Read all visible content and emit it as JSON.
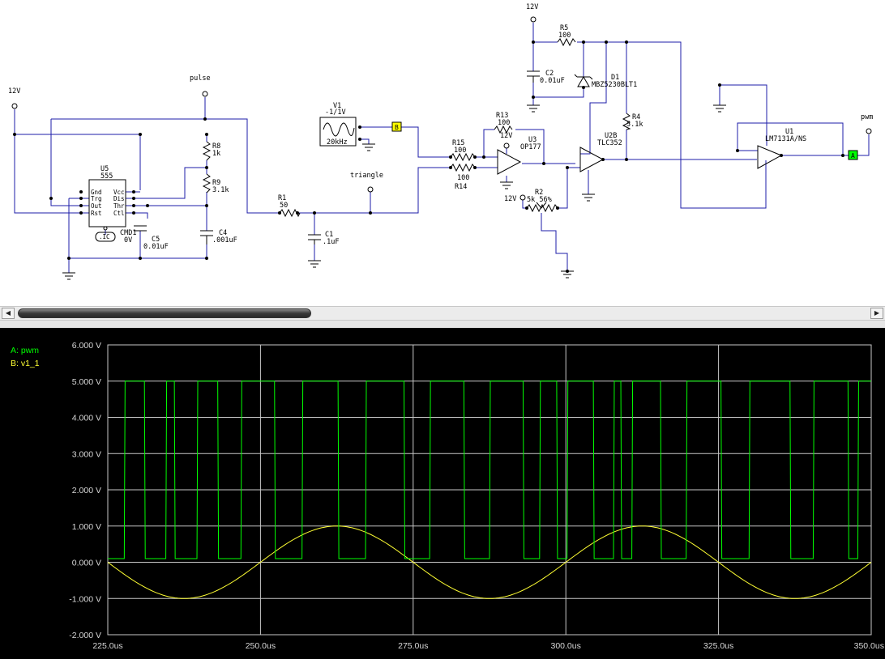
{
  "schematic": {
    "nets": {
      "vcc_left": "12V",
      "pulse": "pulse",
      "triangle": "triangle",
      "vcc_top": "12V",
      "vcc_u3": "12V",
      "vcc_r2": "12V",
      "pwm": "pwm"
    },
    "components": {
      "u5_ref": "U5",
      "u5_val": "555",
      "u5_pins": [
        "Gnd",
        "Trg",
        "Out",
        "Rst",
        "Vcc",
        "Dis",
        "Thr",
        "Ctl"
      ],
      "r8_ref": "R8",
      "r8_val": "1k",
      "r9_ref": "R9",
      "r9_val": "3.1k",
      "c4_ref": "C4",
      "c4_val": ".001uF",
      "c5_ref": "C5",
      "c5_val": "0.01uF",
      "cmd1_ref": "CMD1",
      "cmd1_val": "0V",
      "ic_tag": ".IC",
      "r1_ref": "R1",
      "r1_val": "50",
      "c1_ref": "C1",
      "c1_val": ".1uF",
      "v1_ref": "V1",
      "v1_val": "-1/1V",
      "v1_freq": "20kHz",
      "r15_ref": "R15",
      "r15_val": "100",
      "r14_ref": "R14",
      "r14_val": "100",
      "r13_ref": "R13",
      "r13_val": "100",
      "u3_ref": "U3",
      "u3_val": "OP177",
      "r2_ref": "R2",
      "r2_val": "5k 56%",
      "r5_ref": "R5",
      "r5_val": "100",
      "c2_ref": "C2",
      "c2_val": "0.01uF",
      "d1_ref": "D1",
      "d1_val": "MBZ5230BLT1",
      "r4_ref": "R4",
      "r4_val": "5.1k",
      "u2b_ref": "U2B",
      "u2b_val": "TLC352",
      "u1_ref": "U1",
      "u1_val": "LM7131A/NS"
    },
    "probes": {
      "b": "B",
      "a": "A"
    },
    "colors": {
      "wire": "#1c1ca8",
      "component": "#000000",
      "probe_b": "#ffff00",
      "probe_a": "#00ff00"
    }
  },
  "scrollbar": {
    "left_arrow": "◀",
    "right_arrow": "▶"
  },
  "scope": {
    "legend": [
      {
        "label": "A: pwm",
        "color": "#00ff00"
      },
      {
        "label": "B: v1_1",
        "color": "#ffff33"
      }
    ],
    "y_ticks": [
      "6.000 V",
      "5.000 V",
      "4.000 V",
      "3.000 V",
      "2.000 V",
      "1.000 V",
      "0.000 V",
      "-1.000 V",
      "-2.000 V"
    ],
    "x_ticks": [
      "225.0us",
      "250.0us",
      "275.0us",
      "300.0us",
      "325.0us",
      "350.0us"
    ],
    "grid_color": "#c8c8c8"
  },
  "chart_data": {
    "type": "line",
    "xlabel": "",
    "ylabel": "",
    "x_unit": "us",
    "y_unit": "V",
    "xlim": [
      225,
      350
    ],
    "ylim": [
      -2,
      6
    ],
    "grid": true,
    "legend_position": "top-left",
    "series": [
      {
        "name": "A: pwm",
        "color": "#00ff00",
        "kind": "square",
        "low": 0.1,
        "high": 5.0,
        "high_intervals": [
          [
            227.7,
            231.0
          ],
          [
            234.5,
            235.9
          ],
          [
            239.6,
            243.0
          ],
          [
            246.8,
            252.3
          ],
          [
            256.8,
            262.7
          ],
          [
            267.2,
            273.5
          ],
          [
            277.7,
            283.3
          ],
          [
            287.5,
            293.0
          ],
          [
            295.7,
            298.5
          ],
          [
            300.2,
            304.5
          ],
          [
            307.8,
            309.0
          ],
          [
            310.8,
            315.5
          ],
          [
            319.7,
            325.4
          ],
          [
            330.0,
            336.7
          ],
          [
            340.5,
            346.2
          ],
          [
            347.8,
            350.0
          ]
        ]
      },
      {
        "name": "B: v1_1",
        "color": "#ffff33",
        "kind": "sine",
        "amplitude": 1.0,
        "period": 50.0,
        "phase_zero_rising": 250.0,
        "x": [
          225,
          231.25,
          237.5,
          243.75,
          250,
          256.25,
          262.5,
          268.75,
          275,
          281.25,
          287.5,
          293.75,
          300,
          306.25,
          312.5,
          318.75,
          325,
          331.25,
          337.5,
          343.75,
          350
        ],
        "y": [
          0.0,
          -0.707,
          -1.0,
          -0.707,
          0.0,
          0.707,
          1.0,
          0.707,
          0.0,
          -0.707,
          -1.0,
          -0.707,
          0.0,
          0.707,
          1.0,
          0.707,
          0.0,
          -0.707,
          -1.0,
          -0.707,
          0.0
        ]
      }
    ]
  }
}
